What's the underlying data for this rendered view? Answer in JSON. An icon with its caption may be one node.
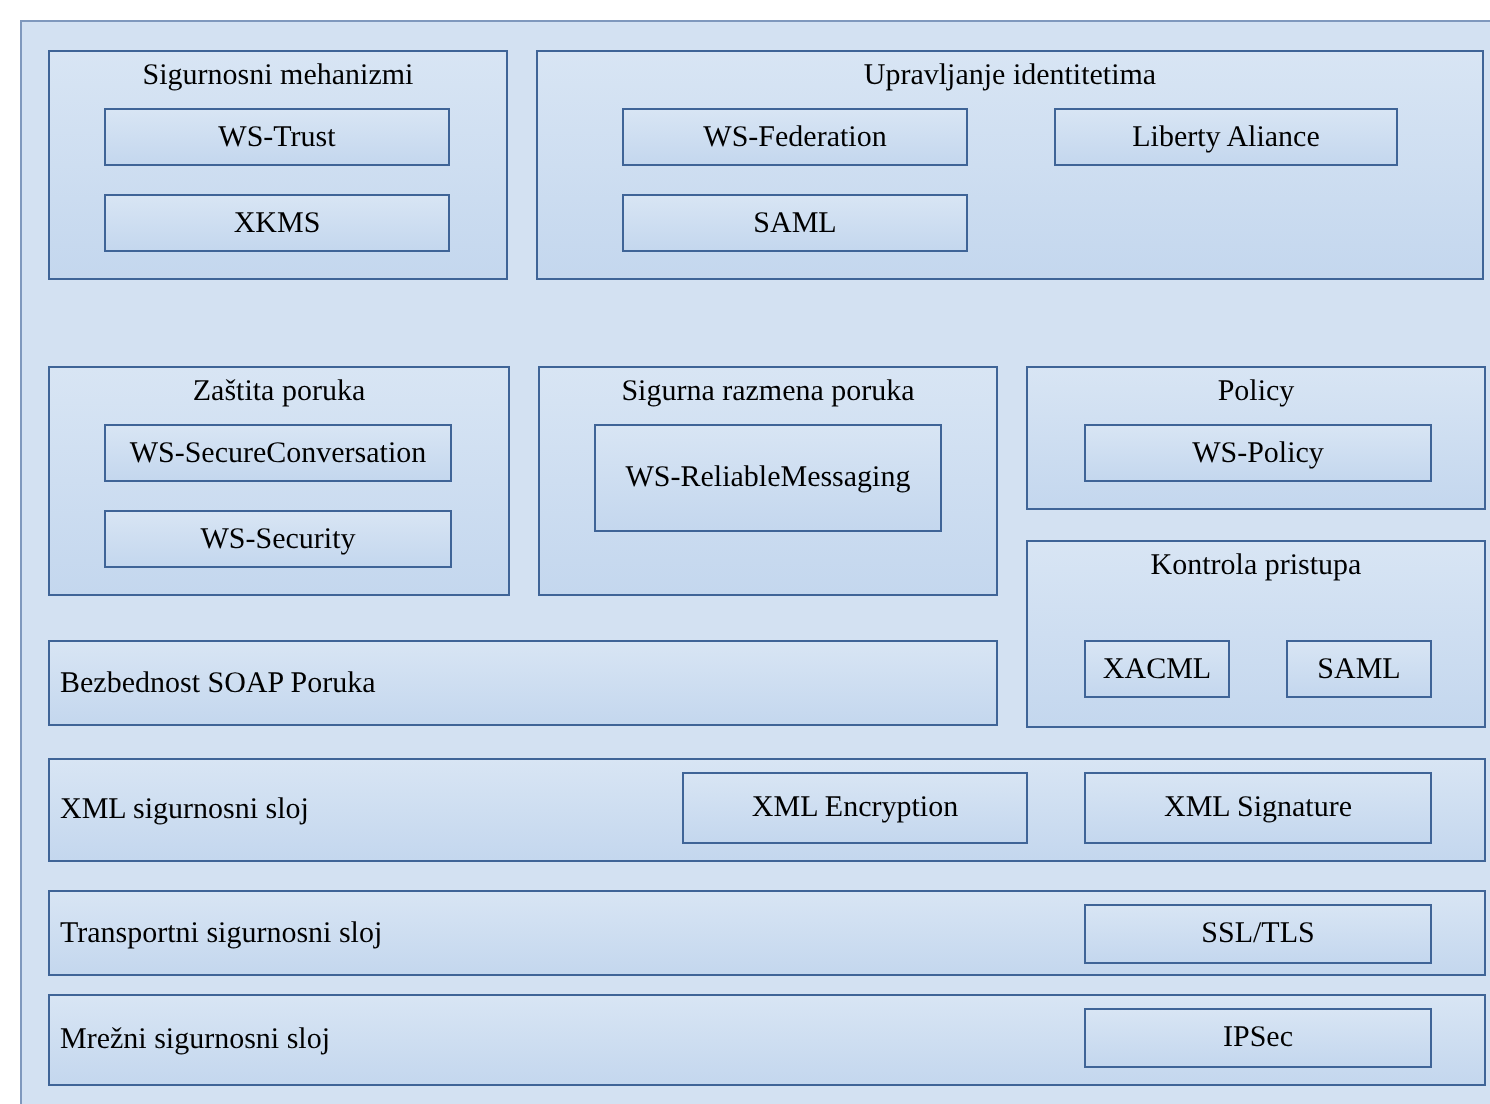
{
  "diagram": {
    "nodes": [
      {
        "text": [],
        "shape": "box"
      },
      {
        "text": [
          "Sigurnosni mehanizmi"
        ],
        "in": 0
      },
      {
        "text": [
          "WS-Trust"
        ],
        "in": 1
      },
      {
        "text": [
          "XKMS"
        ],
        "in": 1
      },
      {
        "text": [
          "Upravljanje identitetima"
        ],
        "in": 0
      },
      {
        "text": [
          "WS-Federation"
        ],
        "in": 4
      },
      {
        "text": [
          "Liberty Aliance"
        ],
        "in": 4
      },
      {
        "text": [
          "SAML"
        ],
        "in": 4
      },
      {
        "text": [
          "Zaštita poruka"
        ],
        "in": 0
      },
      {
        "text": [
          "WS-SecureConversation"
        ],
        "in": 8
      },
      {
        "text": [
          "WS-Security"
        ],
        "in": 8
      },
      {
        "text": [
          "Sigurna razmena poruka"
        ],
        "in": 0
      },
      {
        "text": [
          "WS-ReliableMessaging"
        ],
        "in": 11
      },
      {
        "text": [
          "Policy"
        ],
        "in": 0
      },
      {
        "text": [
          "WS-Policy"
        ],
        "in": 13
      },
      {
        "text": [
          "Kontrola pristupa"
        ],
        "in": 0
      },
      {
        "text": [
          "XACML"
        ],
        "in": 15
      },
      {
        "text": [
          "SAML"
        ],
        "in": 15
      },
      {
        "text": [
          "Bezbednost SOAP Poruka"
        ],
        "in": 0
      },
      {
        "text": [
          "XML sigurnosni sloj"
        ],
        "in": 0
      },
      {
        "text": [
          "XML Encryption"
        ],
        "in": 19
      },
      {
        "text": [
          "XML Signature"
        ],
        "in": 19
      },
      {
        "text": [
          "Transportni sigurnosni sloj"
        ],
        "in": 0
      },
      {
        "text": [
          "SSL/TLS"
        ],
        "in": 22
      },
      {
        "text": [
          "Mrežni sigurnosni sloj"
        ],
        "in": 0
      },
      {
        "text": [
          "IPSec"
        ],
        "in": 24
      }
    ]
  }
}
